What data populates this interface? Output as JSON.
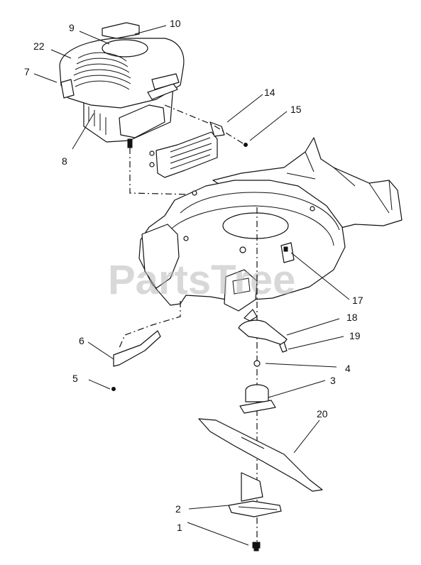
{
  "watermark": "PartsTree",
  "callouts": [
    {
      "id": "c1",
      "label": "1"
    },
    {
      "id": "c2",
      "label": "2"
    },
    {
      "id": "c3",
      "label": "3"
    },
    {
      "id": "c4",
      "label": "4"
    },
    {
      "id": "c5",
      "label": "5"
    },
    {
      "id": "c6",
      "label": "6"
    },
    {
      "id": "c7",
      "label": "7"
    },
    {
      "id": "c8",
      "label": "8"
    },
    {
      "id": "c9",
      "label": "9"
    },
    {
      "id": "c10",
      "label": "10"
    },
    {
      "id": "c14",
      "label": "14"
    },
    {
      "id": "c15",
      "label": "15"
    },
    {
      "id": "c17",
      "label": "17"
    },
    {
      "id": "c18",
      "label": "18"
    },
    {
      "id": "c19",
      "label": "19"
    },
    {
      "id": "c20",
      "label": "20"
    },
    {
      "id": "c22",
      "label": "22"
    }
  ]
}
